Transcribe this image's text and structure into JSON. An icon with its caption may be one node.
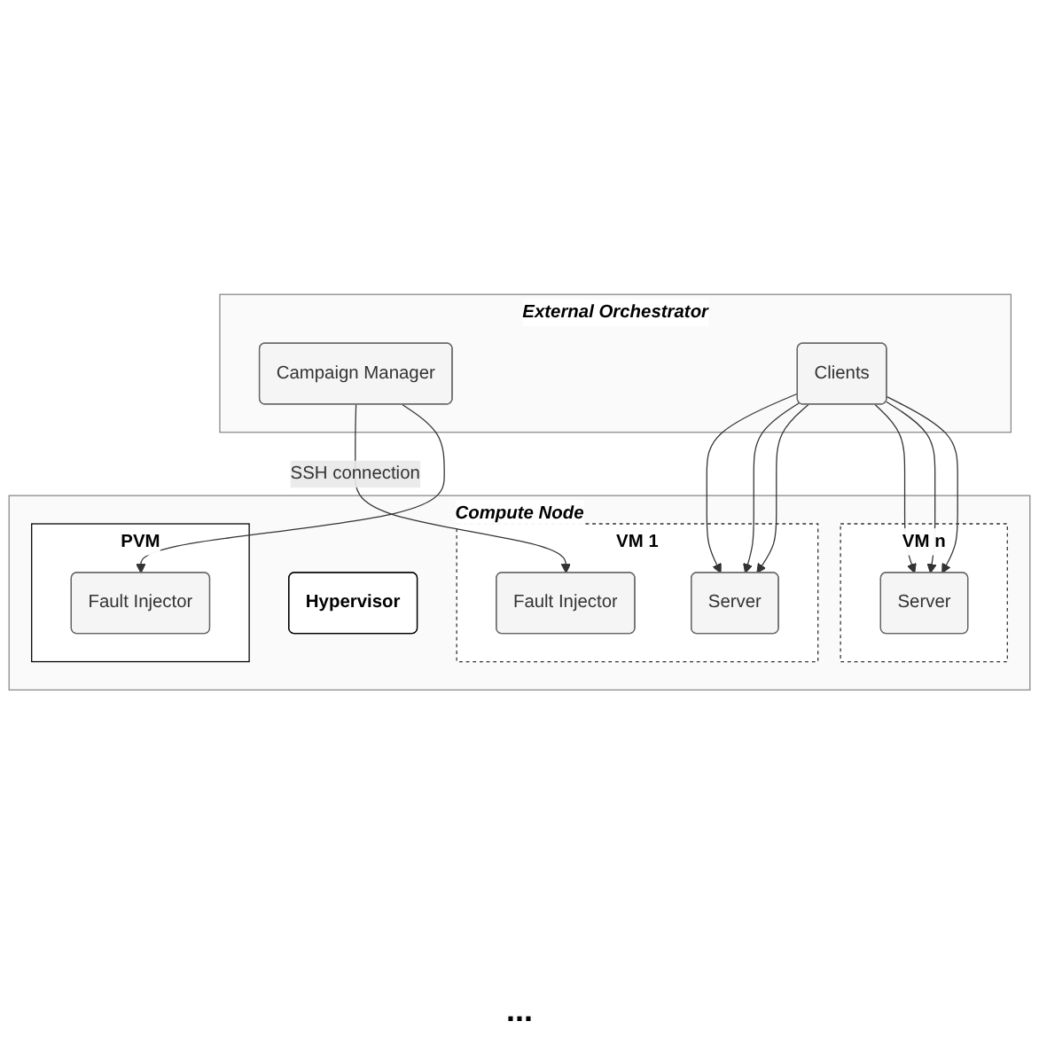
{
  "diagram": {
    "nodes": [
      {
        "text": [
          "External Orchestrator"
        ]
      },
      {
        "text": [
          "Campaign Manager"
        ],
        "in": 0
      },
      {
        "text": [
          "Clients"
        ],
        "in": 0
      },
      {
        "text": [
          "Compute Node"
        ]
      },
      {
        "text": [
          "VM 1"
        ],
        "in": 3
      },
      {
        "text": [
          "Server"
        ],
        "in": 4
      },
      {
        "text": [
          "Fault Injector"
        ],
        "in": 4
      },
      {
        "text": [
          "VM n"
        ],
        "in": 3
      },
      {
        "text": [
          "Server"
        ],
        "in": 7
      },
      {
        "text": [
          "PVM"
        ],
        "in": 3
      },
      {
        "text": [
          "Fault Injector"
        ],
        "in": 9
      },
      {
        "text": [
          "Hypervisor"
        ],
        "in": 3
      }
    ],
    "edges": [
      {
        "from": 1,
        "to": 6,
        "arrow": "to",
        "label": "SSH connection"
      },
      {
        "from": 1,
        "to": 10,
        "arrow": "to"
      },
      {
        "from": 2,
        "to": 5,
        "arrow": "to"
      },
      {
        "from": 2,
        "to": 5,
        "arrow": "to"
      },
      {
        "from": 2,
        "to": 5,
        "arrow": "to"
      },
      {
        "from": 2,
        "to": 8,
        "arrow": "to"
      },
      {
        "from": 2,
        "to": 8,
        "arrow": "to"
      },
      {
        "from": 2,
        "to": 8,
        "arrow": "to"
      }
    ],
    "labels": [
      "..."
    ]
  }
}
